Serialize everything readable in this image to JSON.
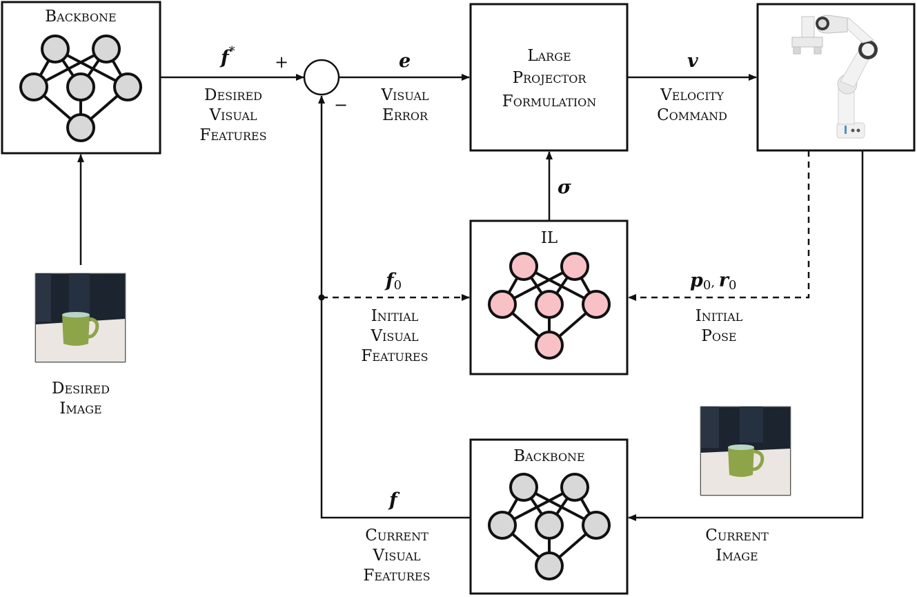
{
  "blocks": {
    "backbone_top": {
      "title": "Backbone",
      "node_fill": "#d8d8d8"
    },
    "projector": {
      "line1": "Large",
      "line2": "Projector",
      "line3": "Formulation"
    },
    "il": {
      "title": "IL",
      "node_fill": "#f7c1c6"
    },
    "backbone_bottom": {
      "title": "Backbone",
      "node_fill": "#d8d8d8"
    }
  },
  "summing_junction": {
    "plus": "+",
    "minus": "−"
  },
  "signals": {
    "f_star": {
      "symbol": "f",
      "sup": "*",
      "label": [
        "Desired",
        "Visual",
        "Features"
      ]
    },
    "e": {
      "symbol": "e",
      "label": [
        "Visual",
        "Error"
      ]
    },
    "v": {
      "symbol": "v",
      "label": [
        "Velocity",
        "Command"
      ]
    },
    "sigma": {
      "symbol": "σ"
    },
    "f0": {
      "symbol": "f",
      "sub": "0",
      "label": [
        "Initial",
        "Visual",
        "Features"
      ]
    },
    "p0r0": {
      "sym1": "p",
      "sub1": "0",
      "sep": ", ",
      "sym2": "r",
      "sub2": "0",
      "label": [
        "Initial",
        "Pose"
      ]
    },
    "f": {
      "symbol": "f",
      "label": [
        "Current",
        "Visual",
        "Features"
      ]
    },
    "current_image": {
      "label": [
        "Current",
        "Image"
      ]
    }
  },
  "desired_image": {
    "label": [
      "Desired",
      "Image"
    ]
  },
  "colors": {
    "mug_green": "#8da448",
    "backdrop_dark": "#1c2430",
    "table": "#ece6e2",
    "robot_white": "#f2f2f2",
    "robot_dark": "#3a3a3a"
  }
}
